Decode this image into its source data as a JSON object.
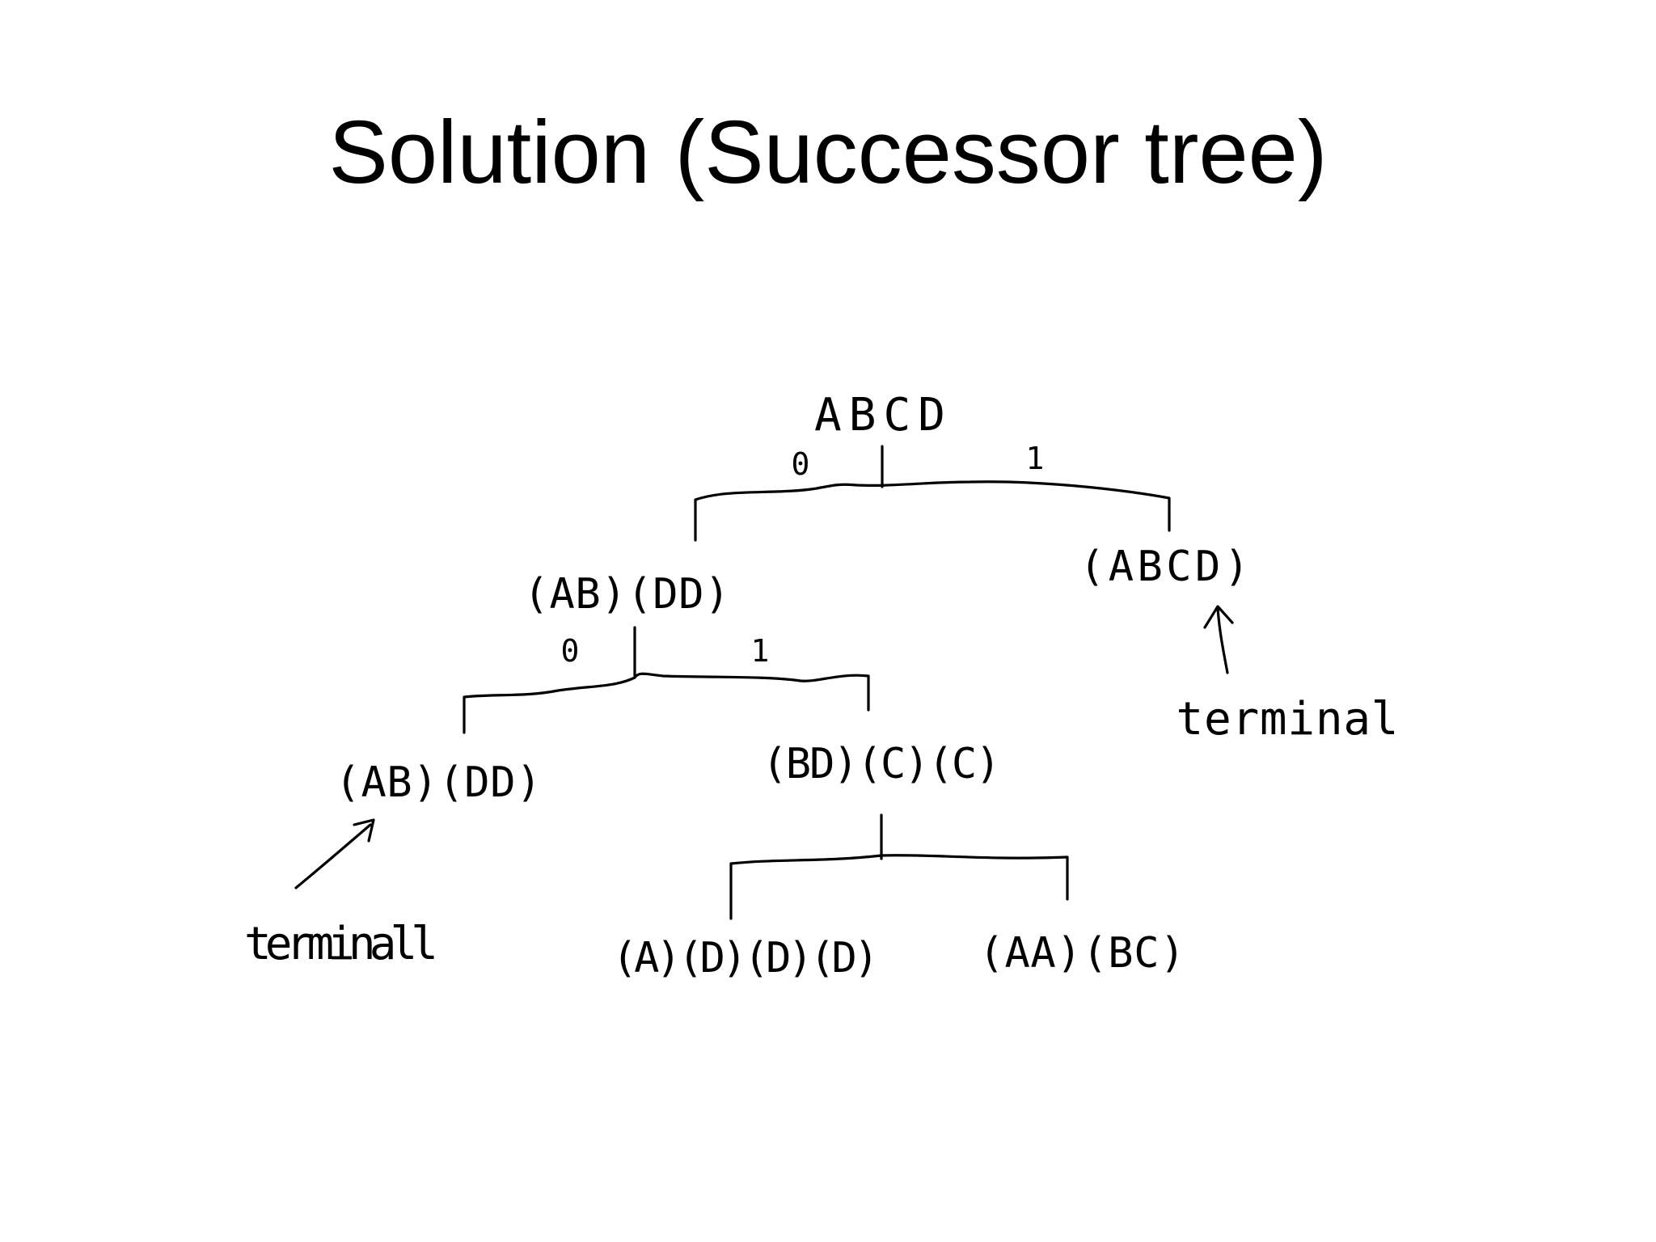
{
  "slide": {
    "title": "Solution (Successor tree)"
  },
  "tree": {
    "root": {
      "label": "ABCD",
      "edge_left": "0",
      "edge_right": "1"
    },
    "level1_left": {
      "label": "(AB)(DD)",
      "edge_left": "0",
      "edge_right": "1"
    },
    "level1_right": {
      "label": "(ABCD)"
    },
    "level2_left": {
      "label": "(AB)(DD)"
    },
    "level2_right": {
      "label": "(BD)(C)(C)"
    },
    "level3_left": {
      "label": "(A)(D)(D)(D)"
    },
    "level3_right": {
      "label": "(AA)(BC)"
    },
    "annotation_right": "terminal",
    "annotation_left": "terminall"
  }
}
